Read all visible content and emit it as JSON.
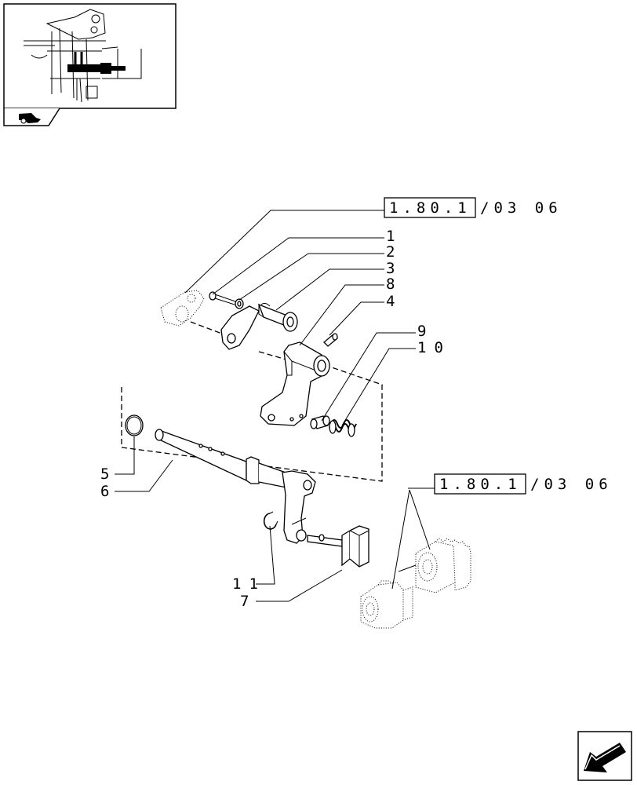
{
  "references": [
    {
      "boxed": "1.80.1",
      "suffix": "/03  06"
    },
    {
      "boxed": "1.80.1",
      "suffix": "/03  06"
    }
  ],
  "callouts": [
    "1",
    "2",
    "3",
    "8",
    "4",
    "9",
    "10",
    "5",
    "6",
    "11",
    "7"
  ],
  "icons": {
    "thumbnail": "assembly-thumbnail-icon",
    "tab": "tractor-section-icon",
    "next": "next-page-arrow-icon"
  }
}
